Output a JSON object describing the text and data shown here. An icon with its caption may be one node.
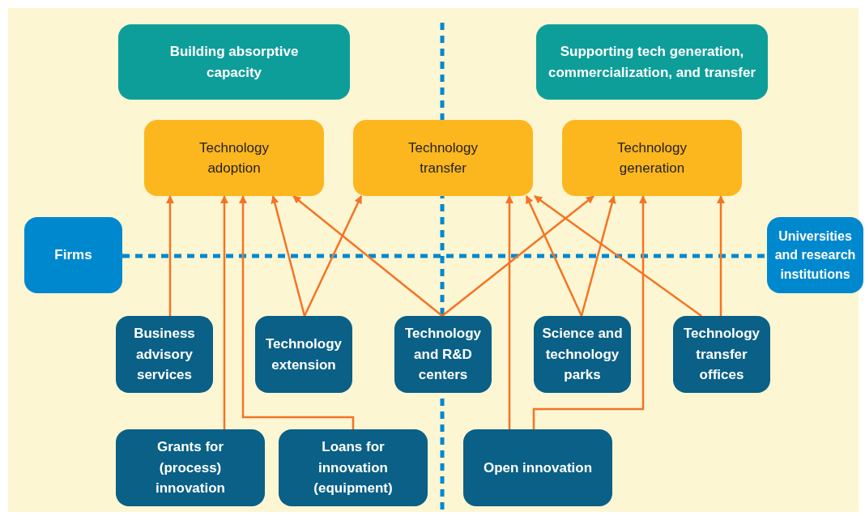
{
  "diagram": {
    "nodes": [
      {
        "text": [
          "Building absorptive capacity"
        ]
      },
      {
        "text": [
          "Supporting tech generation, commercialization, and transfer"
        ]
      },
      {
        "text": [
          "Technology adoption"
        ]
      },
      {
        "text": [
          "Technology transfer"
        ]
      },
      {
        "text": [
          "Technology generation"
        ]
      },
      {
        "text": [
          "Firms"
        ]
      },
      {
        "text": [
          "Universities and research institutions"
        ]
      },
      {
        "text": [
          "Business advisory services"
        ]
      },
      {
        "text": [
          "Technology extension"
        ]
      },
      {
        "text": [
          "Technology and R&D centers"
        ]
      },
      {
        "text": [
          "Science and technology parks"
        ]
      },
      {
        "text": [
          "Technology transfer offices"
        ]
      },
      {
        "text": [
          "Grants for (process) innovation"
        ]
      },
      {
        "text": [
          "Loans for innovation (equipment)"
        ]
      },
      {
        "text": [
          "Open innovation"
        ]
      }
    ],
    "edges": [
      {
        "from": 7,
        "to": 2,
        "arrow": "to"
      },
      {
        "from": 12,
        "to": 2,
        "arrow": "to"
      },
      {
        "from": 13,
        "to": 2,
        "arrow": "to"
      },
      {
        "from": 8,
        "to": 2,
        "arrow": "to"
      },
      {
        "from": 8,
        "to": 3,
        "arrow": "to"
      },
      {
        "from": 9,
        "to": 2,
        "arrow": "to"
      },
      {
        "from": 9,
        "to": 4,
        "arrow": "to"
      },
      {
        "from": 14,
        "to": 3,
        "arrow": "to"
      },
      {
        "from": 10,
        "to": 3,
        "arrow": "to"
      },
      {
        "from": 10,
        "to": 4,
        "arrow": "to"
      },
      {
        "from": 14,
        "to": 4,
        "arrow": "to"
      },
      {
        "from": 11,
        "to": 3,
        "arrow": "to"
      },
      {
        "from": 11,
        "to": 4,
        "arrow": "to"
      }
    ]
  }
}
